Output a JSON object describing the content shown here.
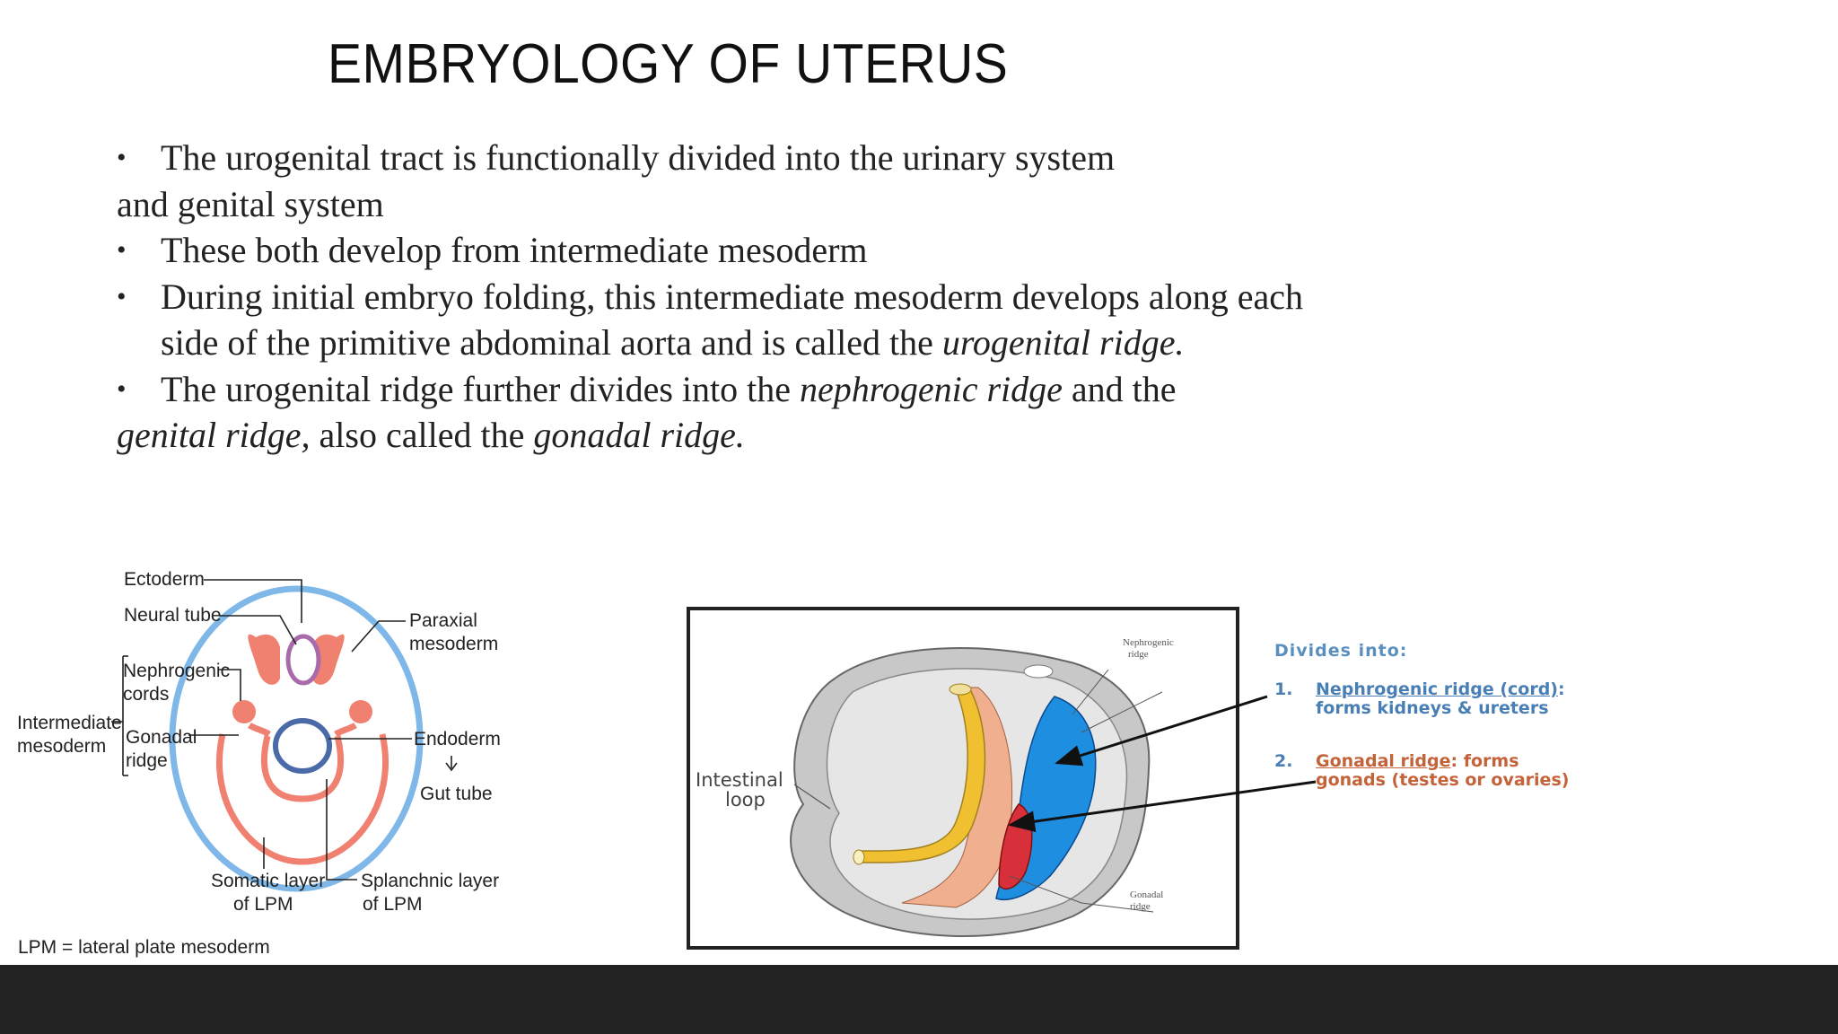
{
  "slide": {
    "title": "EMBRYOLOGY OF UTERUS",
    "bullets": {
      "b1_line1": "The urogenital tract is functionally divided into the urinary system",
      "b1_line2": "and genital system",
      "b2": "These both  develop from intermediate mesoderm",
      "b3_line1": "During initial embryo folding,  this intermediate mesoderm develops along each",
      "b3_line2_pre": "side of the primitive abdominal aorta and is called the ",
      "b3_line2_em": "urogenital ridge.",
      "b4_line1_pre": "The urogenital ridge further  divides into the ",
      "b4_line1_em": "nephrogenic ridge",
      "b4_line1_post": " and the",
      "b4_line2_em1": "genital ridge,",
      "b4_line2_mid": " also called the ",
      "b4_line2_em2": "gonadal ridge."
    },
    "bullet_symbol": "•"
  },
  "figure_cross_section": {
    "labels": {
      "ectoderm": "Ectoderm",
      "neural_tube": "Neural tube",
      "paraxial_1": "Paraxial",
      "paraxial_2": "mesoderm",
      "nephrogenic_1": "Nephrogenic",
      "nephrogenic_2": "cords",
      "intermediate_1": "Intermediate",
      "intermediate_2": "mesoderm",
      "gonadal_1": "Gonadal",
      "gonadal_2": "ridge",
      "endoderm": "Endoderm",
      "gut_tube": "Gut tube",
      "somatic_1": "Somatic layer",
      "somatic_2": "of LPM",
      "splanchnic_1": "Splanchnic layer",
      "splanchnic_2": "of LPM",
      "lpm_note": "LPM = lateral plate mesoderm"
    },
    "colors": {
      "ectoderm": "#7fb8e8",
      "mesoderm": "#f08070",
      "endoderm": "#4a6aa8",
      "neural_tube": "#a86aa8"
    }
  },
  "figure_ridge": {
    "labels": {
      "nephrogenic_small_1": "Nephrogenic",
      "nephrogenic_small_2": "ridge",
      "gonadal_small_1": "Gonadal",
      "gonadal_small_2": "ridge",
      "intestinal_1": "Intestinal",
      "intestinal_2": "loop"
    },
    "colors": {
      "nephrogenic": "#1e8ee0",
      "gonadal": "#d8303a",
      "mesonephric_duct": "#f0c030",
      "mesentery": "#f0b090"
    }
  },
  "divides": {
    "heading": "Divides into:",
    "item1_num": "1.",
    "item1_link": "Nephrogenic ridge (cord)",
    "item1_colon": ":",
    "item1_sub": "forms kidneys & ureters",
    "item2_num": "2.",
    "item2_link": "Gonadal ridge",
    "item2_rest": ": forms",
    "item2_sub": "gonads (testes or ovaries)"
  }
}
